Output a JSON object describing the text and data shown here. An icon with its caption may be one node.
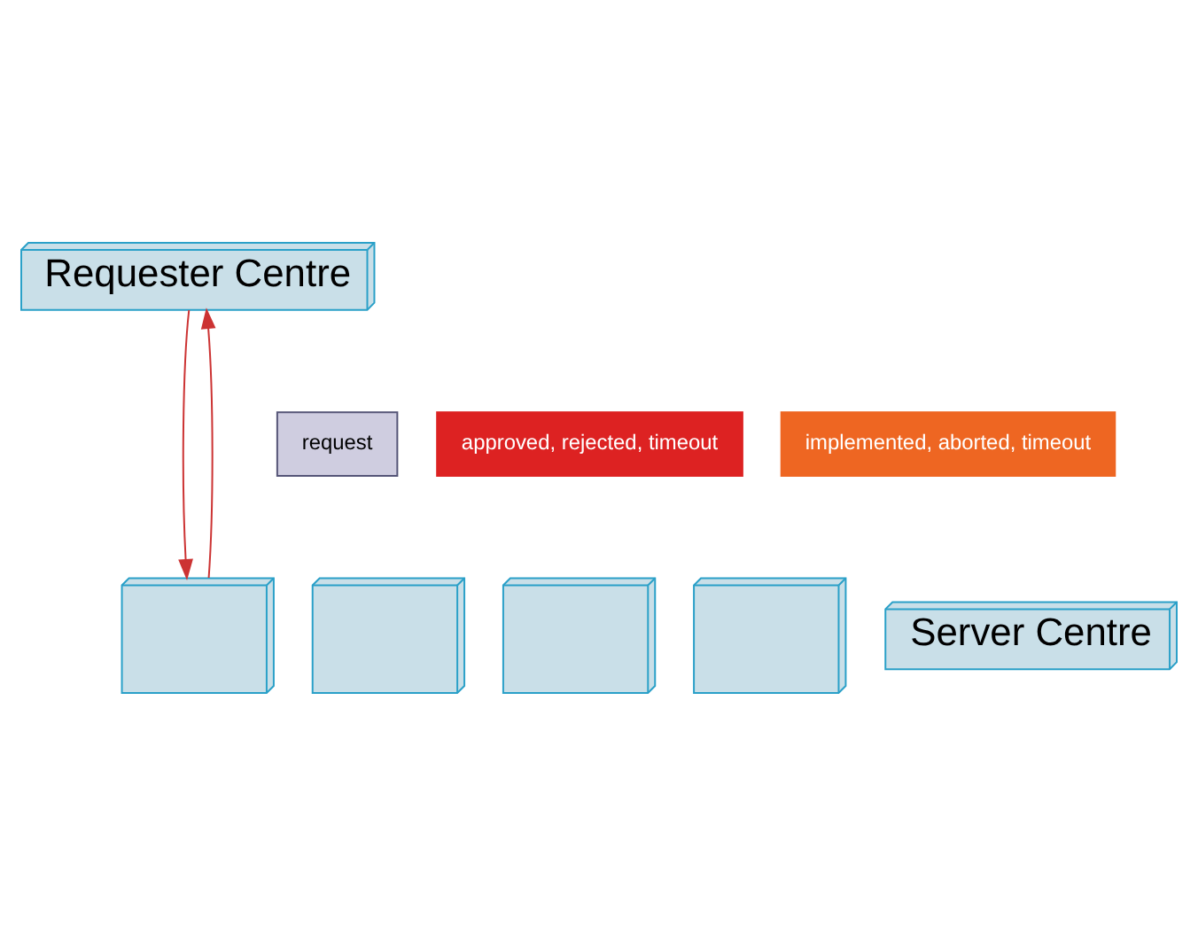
{
  "diagram": {
    "nodes": [
      {
        "text": [
          "Requester Centre"
        ]
      },
      {
        "text": [],
        "shape": "box"
      },
      {
        "text": [],
        "shape": "box"
      },
      {
        "text": [],
        "shape": "box"
      },
      {
        "text": [],
        "shape": "box"
      },
      {
        "text": [
          "Server Centre"
        ]
      },
      {
        "text": [
          "request"
        ]
      },
      {
        "text": [
          "approved, rejected, timeout"
        ]
      },
      {
        "text": [
          "implemented, aborted, timeout"
        ]
      }
    ],
    "edges": [
      {
        "from": 0,
        "to": 1,
        "arrow": "to"
      },
      {
        "from": 1,
        "to": 0,
        "arrow": "to"
      }
    ]
  }
}
